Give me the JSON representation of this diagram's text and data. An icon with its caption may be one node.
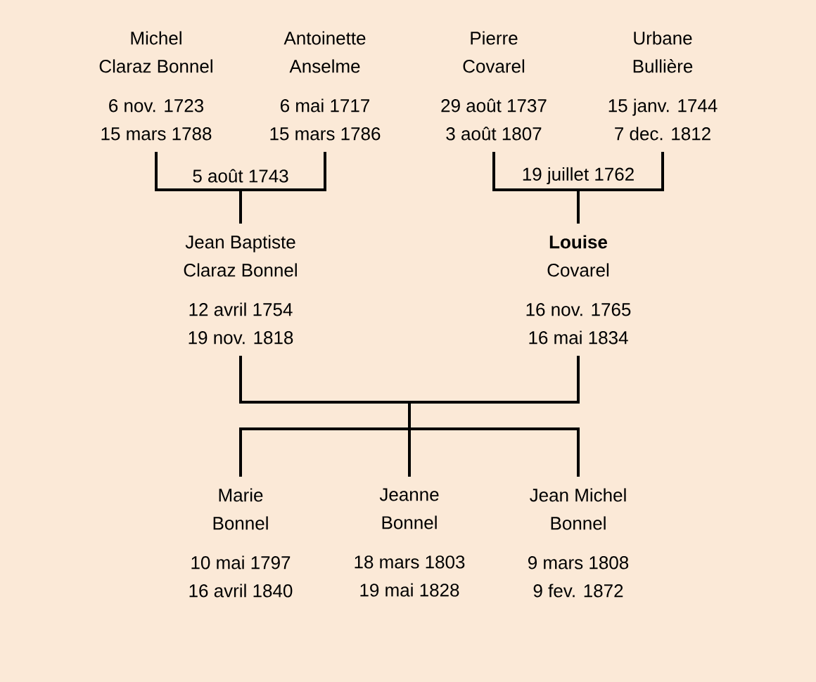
{
  "diagram": {
    "nodes": [
      {
        "text": [
          "Michel",
          "Claraz Bonnel",
          "6 nov. 1723",
          "15 mars 1788"
        ]
      },
      {
        "text": [
          "Antoinette",
          "Anselme",
          "6 mai 1717",
          "15 mars 1786"
        ]
      },
      {
        "text": [
          "Pierre",
          "Covarel",
          "29 août 1737",
          "3 août 1807"
        ]
      },
      {
        "text": [
          "Urbane",
          "Bullière",
          "15 janv. 1744",
          "7 dec. 1812"
        ]
      },
      {
        "text": [
          "Jean Baptiste",
          "Claraz Bonnel",
          "12 avril 1754",
          "19 nov. 1818"
        ]
      },
      {
        "text": [
          "Louise",
          "Covarel",
          "16 nov. 1765",
          "16 mai 1834"
        ]
      },
      {
        "text": [
          "Marie",
          "Bonnel",
          "10 mai 1797",
          "16 avril 1840"
        ]
      },
      {
        "text": [
          "Jeanne",
          "Bonnel",
          "18 mars 1803",
          "19 mai 1828"
        ]
      },
      {
        "text": [
          "Jean Michel",
          "Bonnel",
          "9 mars 1808",
          "9 fev. 1872"
        ]
      }
    ],
    "edges": [
      {
        "from": 0,
        "to": 1,
        "arrow": "none",
        "label": "5 août 1743"
      },
      {
        "from": 0,
        "to": 4,
        "arrow": "none"
      },
      {
        "from": 1,
        "to": 4,
        "arrow": "none"
      },
      {
        "from": 2,
        "to": 3,
        "arrow": "none",
        "label": "19 juillet 1762"
      },
      {
        "from": 2,
        "to": 5,
        "arrow": "none"
      },
      {
        "from": 3,
        "to": 5,
        "arrow": "none"
      },
      {
        "from": 4,
        "to": 5,
        "arrow": "none"
      },
      {
        "from": 4,
        "to": 6,
        "arrow": "none"
      },
      {
        "from": 4,
        "to": 7,
        "arrow": "none"
      },
      {
        "from": 4,
        "to": 8,
        "arrow": "none"
      },
      {
        "from": 5,
        "to": 6,
        "arrow": "none"
      },
      {
        "from": 5,
        "to": 7,
        "arrow": "none"
      },
      {
        "from": 5,
        "to": 8,
        "arrow": "none"
      }
    ]
  }
}
